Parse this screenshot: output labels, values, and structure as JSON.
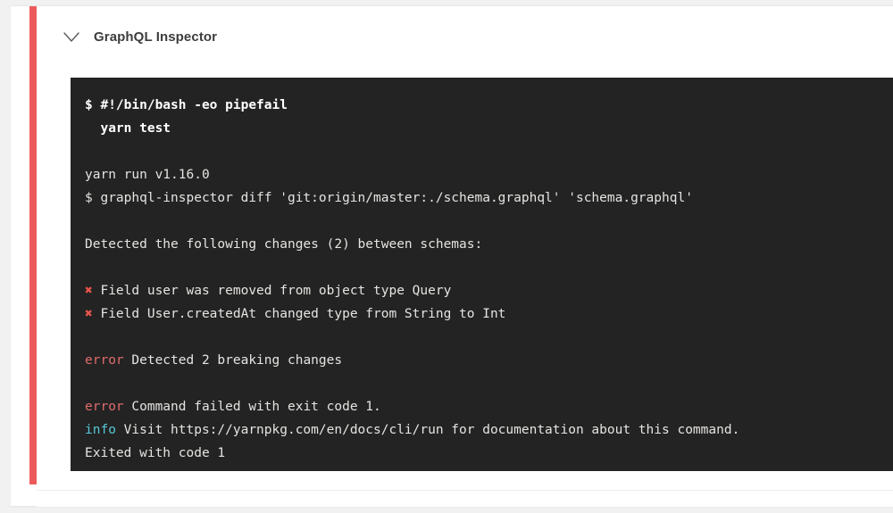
{
  "theme": {
    "page_background": "#f1f1f1",
    "card_background": "#ffffff",
    "status_bar_color": "#ec5b5b",
    "terminal_background": "#232323",
    "terminal_text": "#e6e4e1",
    "error_color": "#e06c6c",
    "info_color": "#57c7d6",
    "cross_color": "#e8544c",
    "title_color": "#3d3d3d"
  },
  "job": {
    "collapse_icon": "chevron-down-icon",
    "title": "GraphQL Inspector",
    "status": "failed"
  },
  "terminal": {
    "lines": [
      {
        "id": "cmd-1",
        "segments": [
          {
            "text": "$ #!/bin/bash -eo pipefail",
            "style": "bold"
          }
        ]
      },
      {
        "id": "cmd-2",
        "segments": [
          {
            "text": "  yarn test",
            "style": "bold"
          }
        ]
      },
      {
        "id": "blank-1",
        "segments": [
          {
            "text": "",
            "style": "normal"
          }
        ]
      },
      {
        "id": "out-1",
        "segments": [
          {
            "text": "yarn run v1.16.0",
            "style": "normal"
          }
        ]
      },
      {
        "id": "out-2",
        "segments": [
          {
            "text": "$ graphql-inspector diff 'git:origin/master:./schema.graphql' 'schema.graphql'",
            "style": "normal"
          }
        ]
      },
      {
        "id": "blank-2",
        "segments": [
          {
            "text": "",
            "style": "normal"
          }
        ]
      },
      {
        "id": "out-3",
        "segments": [
          {
            "text": "Detected the following changes (2) between schemas:",
            "style": "normal"
          }
        ]
      },
      {
        "id": "blank-3",
        "segments": [
          {
            "text": "",
            "style": "normal"
          }
        ]
      },
      {
        "id": "change-1",
        "segments": [
          {
            "text": "✖",
            "style": "cross"
          },
          {
            "text": " Field user was removed from object type Query",
            "style": "normal"
          }
        ]
      },
      {
        "id": "change-2",
        "segments": [
          {
            "text": "✖",
            "style": "cross"
          },
          {
            "text": " Field User.createdAt changed type from String to Int",
            "style": "normal"
          }
        ]
      },
      {
        "id": "blank-4",
        "segments": [
          {
            "text": "",
            "style": "normal"
          }
        ]
      },
      {
        "id": "err-1",
        "segments": [
          {
            "text": "error",
            "style": "error"
          },
          {
            "text": " Detected 2 breaking changes",
            "style": "normal"
          }
        ]
      },
      {
        "id": "blank-5",
        "segments": [
          {
            "text": "",
            "style": "normal"
          }
        ]
      },
      {
        "id": "err-2",
        "segments": [
          {
            "text": "error",
            "style": "error"
          },
          {
            "text": " Command failed with exit code 1.",
            "style": "normal"
          }
        ]
      },
      {
        "id": "info-1",
        "segments": [
          {
            "text": "info",
            "style": "info"
          },
          {
            "text": " Visit https://yarnpkg.com/en/docs/cli/run for documentation about this command.",
            "style": "normal"
          }
        ]
      },
      {
        "id": "exit-1",
        "segments": [
          {
            "text": "Exited with code 1",
            "style": "normal"
          }
        ]
      }
    ]
  }
}
